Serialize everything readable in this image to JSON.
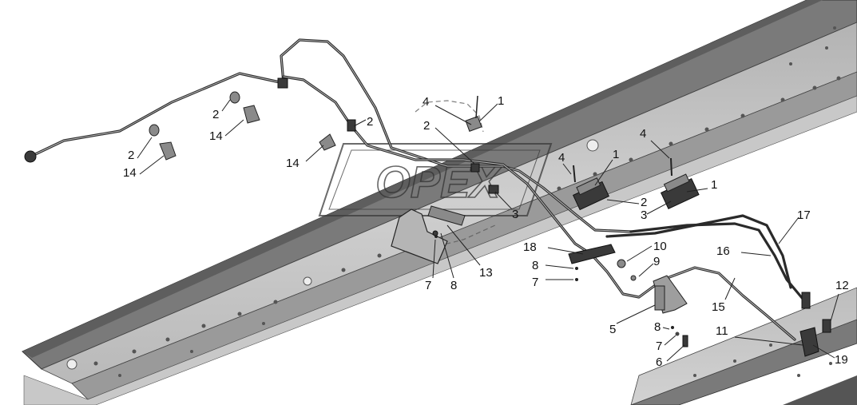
{
  "watermark": {
    "text": "OPEX"
  },
  "colors": {
    "frame_light": "#c4c4c4",
    "frame_mid": "#a3a3a3",
    "frame_dark": "#6e6e6e",
    "pipe": "#2a2a2a",
    "ink": "#111111"
  },
  "callouts": {
    "c1a": "1",
    "c1b": "1",
    "c1c": "1",
    "c2a": "2",
    "c2b": "2",
    "c2c": "2",
    "c2d": "2",
    "c2e": "2",
    "c3a": "3",
    "c3b": "3",
    "c4a": "4",
    "c4b": "4",
    "c4c": "4",
    "c5": "5",
    "c6": "6",
    "c7a": "7",
    "c7b": "7",
    "c7c": "7",
    "c8a": "8",
    "c8b": "8",
    "c8c": "8",
    "c9": "9",
    "c10": "10",
    "c11": "11",
    "c12": "12",
    "c13": "13",
    "c14a": "14",
    "c14b": "14",
    "c14c": "14",
    "c15": "15",
    "c16": "16",
    "c17": "17",
    "c18": "18",
    "c19": "19"
  }
}
